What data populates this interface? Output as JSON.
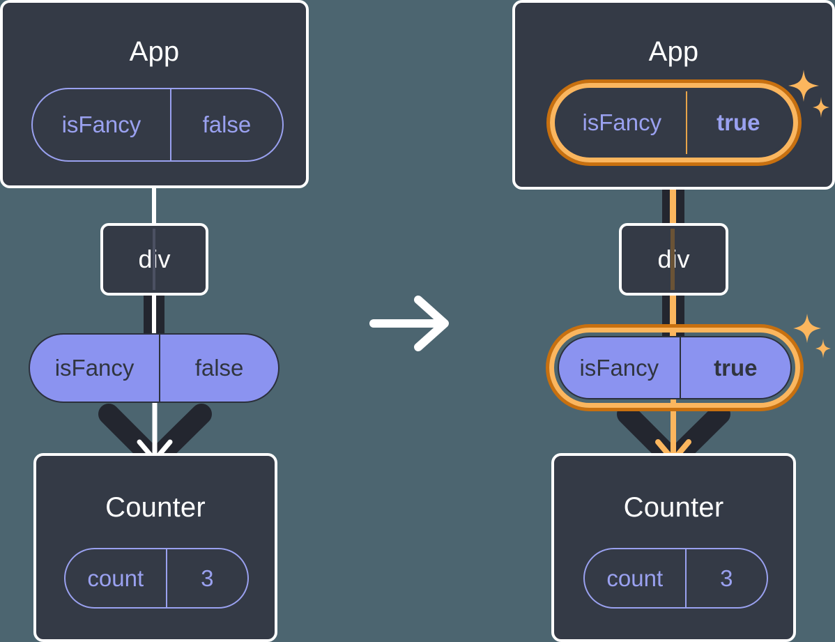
{
  "diagram": {
    "title": "React state propagation: isFancy toggled from false to true",
    "type": "component-tree-diagram",
    "colors": {
      "background": "#4c6570",
      "panel_fill": "#343a46",
      "panel_border": "#ffffff",
      "pill_purple": "#8b93f0",
      "pill_outline_purple": "#9aa1f0",
      "highlight_orange": "#fbb65e",
      "highlight_orange_dark": "#c8700f",
      "connector_dark": "#23262f",
      "text_dark": "#30353f"
    },
    "transition_icon": "right-arrow-icon"
  },
  "before": {
    "app": {
      "title": "App",
      "state": {
        "key": "isFancy",
        "value": "false",
        "bold_value": false,
        "highlighted": false
      }
    },
    "div": {
      "label": "div"
    },
    "prop": {
      "key": "isFancy",
      "value": "false",
      "bold_value": false,
      "highlighted": false
    },
    "counter": {
      "title": "Counter",
      "state": {
        "key": "count",
        "value": "3",
        "bold_value": false,
        "highlighted": false
      }
    },
    "connector_color": "#ffffff",
    "arrow_color": "#ffffff"
  },
  "after": {
    "app": {
      "title": "App",
      "state": {
        "key": "isFancy",
        "value": "true",
        "bold_value": true,
        "highlighted": true
      }
    },
    "div": {
      "label": "div"
    },
    "prop": {
      "key": "isFancy",
      "value": "true",
      "bold_value": true,
      "highlighted": true
    },
    "counter": {
      "title": "Counter",
      "state": {
        "key": "count",
        "value": "3",
        "bold_value": false,
        "highlighted": false
      }
    },
    "connector_color": "#fbb65e",
    "arrow_color": "#fbb65e",
    "sparkle_icon": "sparkles-icon",
    "sparkle_count": 2
  }
}
